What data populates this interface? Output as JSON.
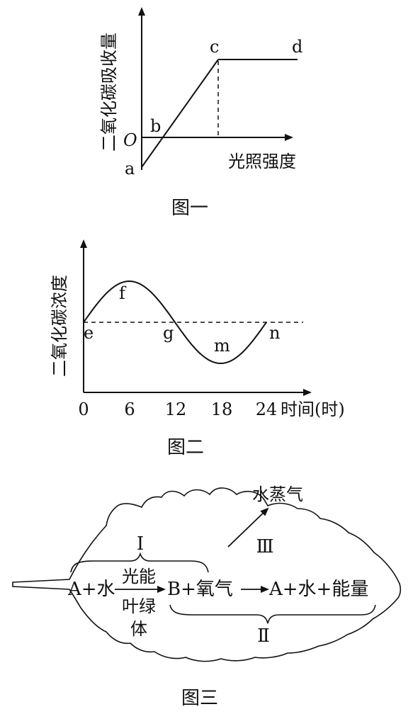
{
  "figure1": {
    "caption": "图一",
    "y_axis_label": "二氧化碳吸收量",
    "x_axis_label": "光照强度",
    "origin_label": "O",
    "points": {
      "a": "a",
      "b": "b",
      "c": "c",
      "d": "d"
    }
  },
  "figure2": {
    "caption": "图二",
    "y_axis_label": "二氧化碳浓度",
    "x_axis_label": "时间(时)",
    "x_ticks": [
      "0",
      "6",
      "12",
      "18",
      "24"
    ],
    "points": {
      "e": "e",
      "f": "f",
      "g": "g",
      "m": "m",
      "n": "n"
    }
  },
  "figure3": {
    "caption": "图三",
    "roman_1": "Ⅰ",
    "roman_2": "Ⅱ",
    "roman_3": "Ⅲ",
    "water_vapor": "水蒸气",
    "reactant": "A+水",
    "condition_top": "光能",
    "condition_bottom_1": "叶绿",
    "condition_bottom_2": "体",
    "intermediate": "B+氧气",
    "products": "A+水+能量"
  },
  "colors": {
    "ink": "#111111",
    "background": "#ffffff"
  }
}
